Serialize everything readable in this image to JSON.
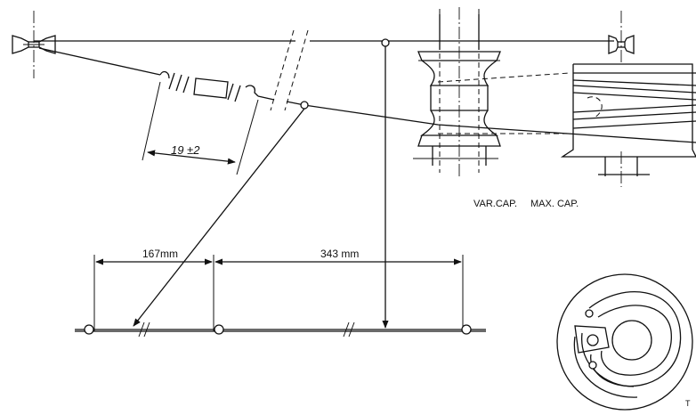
{
  "dimensions": {
    "spring": "19 ±2",
    "span_left": "167mm",
    "span_right": "343 mm"
  },
  "labels": {
    "var_cap": "VAR.CAP.",
    "max_cap": "MAX. CAP."
  },
  "corner_mark": "T"
}
